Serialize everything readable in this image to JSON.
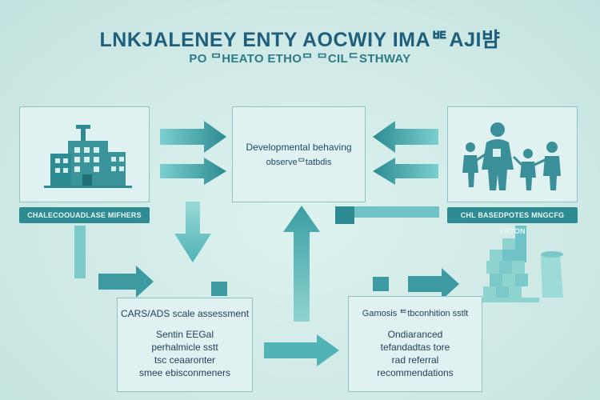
{
  "header": {
    "title": "LNKJALENEY ENTY AOCWIY IMAᄩAJI뱜",
    "subtitle": "PO ᄆHEATO ETHOᄆ ᄆCILᄃSTHWAY"
  },
  "nodes": {
    "left_top": {
      "caption": "CHALECOOUADLASE MIFHERS"
    },
    "center_top": {
      "line1": "Developmental behaving",
      "line2": "observeᄆtatbdis"
    },
    "right_top": {
      "caption": "CHL BASEDPOTES MNGCFG ERTON"
    },
    "bottom_left": {
      "heading": "CARS/ADS scale assessment",
      "lines": [
        "Sentin EEGal",
        "perhalmicle sstt",
        "tsc ceaaronter",
        "smee ebisconmeners"
      ]
    },
    "bottom_right": {
      "heading": "Gamosis ᄐtbconhition sstlt",
      "lines": [
        "Ondiaranced",
        "tefandadtas tore",
        "rad referral",
        "recommendations"
      ]
    }
  },
  "colors": {
    "background": "#d3ece9",
    "accent_dark": "#2e8b92",
    "accent_light": "#6fc3c6",
    "title": "#1f5f7c"
  },
  "icons": [
    "hospital-building-icon",
    "family-icon",
    "blocks-icon"
  ]
}
